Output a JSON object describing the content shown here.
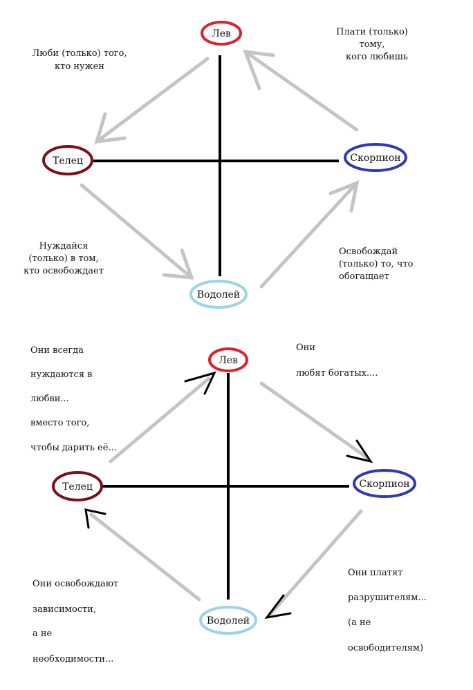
{
  "diagram_top": {
    "nodes": {
      "leo": "Лев",
      "taurus": "Телец",
      "scorpio": "Скорпион",
      "aquarius": "Водолей"
    },
    "notes": {
      "top_left": [
        "Люби (только) того,",
        "кто нужен"
      ],
      "top_right": [
        "Плати (только)",
        "тому,",
        "кого любишь"
      ],
      "bottom_left": [
        "Нуждайся",
        "(только) в том,",
        "кто освобождает"
      ],
      "bottom_right": [
        "Освобождай",
        "(только) то, что",
        "обогащает"
      ]
    }
  },
  "diagram_bottom": {
    "nodes": {
      "leo": "Лев",
      "taurus": "Телец",
      "scorpio": "Скорпион",
      "aquarius": "Водолей"
    },
    "notes": {
      "top_left": [
        "Они всегда",
        "нуждаются в",
        "любви...",
        "вместо того,",
        "чтобы дарить её..."
      ],
      "top_right": [
        "Они",
        "любят богатых...."
      ],
      "bottom_left": [
        "Они освобождают",
        "зависимости,",
        "а не",
        "необходимости..."
      ],
      "bottom_right": [
        "Они платят",
        "разрушителям...",
        "(а не",
        "освободителям)"
      ]
    }
  },
  "colors": {
    "leo": "#e0202a",
    "taurus": "#7a1018",
    "scorpio": "#2e38b8",
    "aquarius": "#9ad4e6",
    "arrow": "#c4c4c4",
    "cross": "#000000",
    "arrowhead_bottom": "#000000"
  }
}
